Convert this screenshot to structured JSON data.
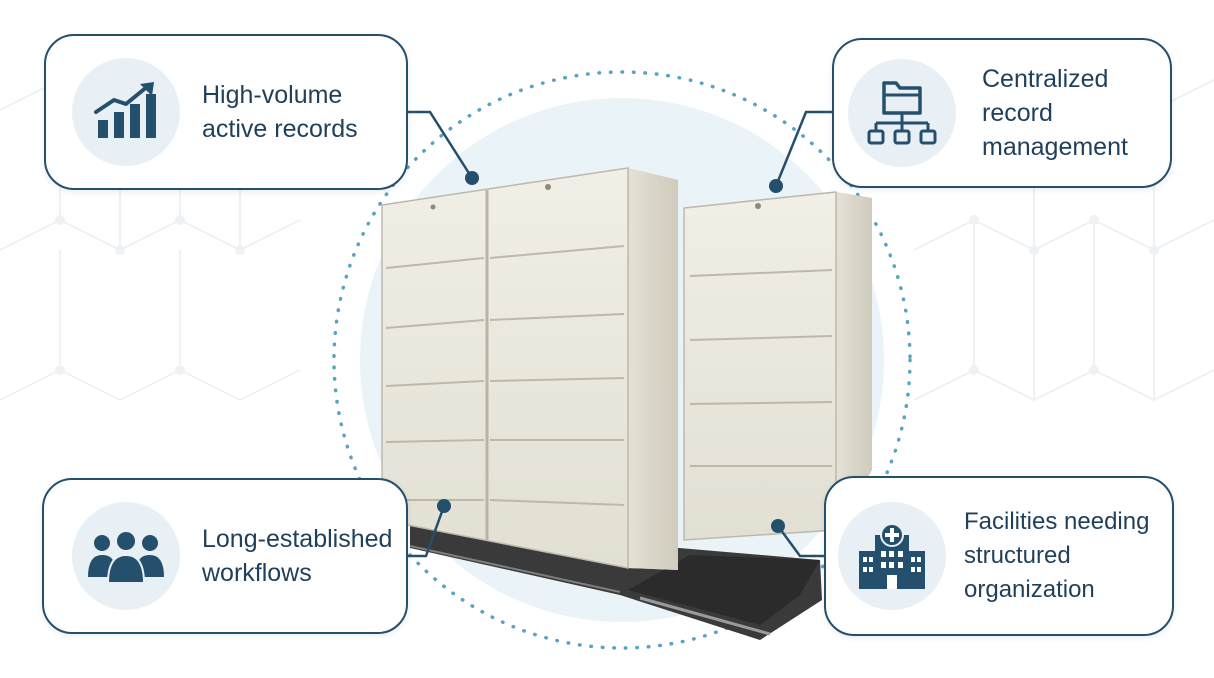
{
  "callouts": [
    {
      "text": "High-volume\nactive records",
      "icon": "growth-chart-icon"
    },
    {
      "text": "Centralized\nrecord\nmanagement",
      "icon": "folder-hierarchy-icon"
    },
    {
      "text": "Long-established\nworkflows",
      "icon": "team-people-icon"
    },
    {
      "text": "Facilities needing\nstructured\norganization",
      "icon": "hospital-building-icon"
    }
  ],
  "colors": {
    "accent": "#24506e",
    "icon_background": "#e9f0f5",
    "halo": "#eaf3f8",
    "dotted_ring": "#5aa3bf",
    "cabinet": "#ebe9df",
    "cabinet_edge": "#bdb9aa",
    "base": "#2e2e2e"
  }
}
